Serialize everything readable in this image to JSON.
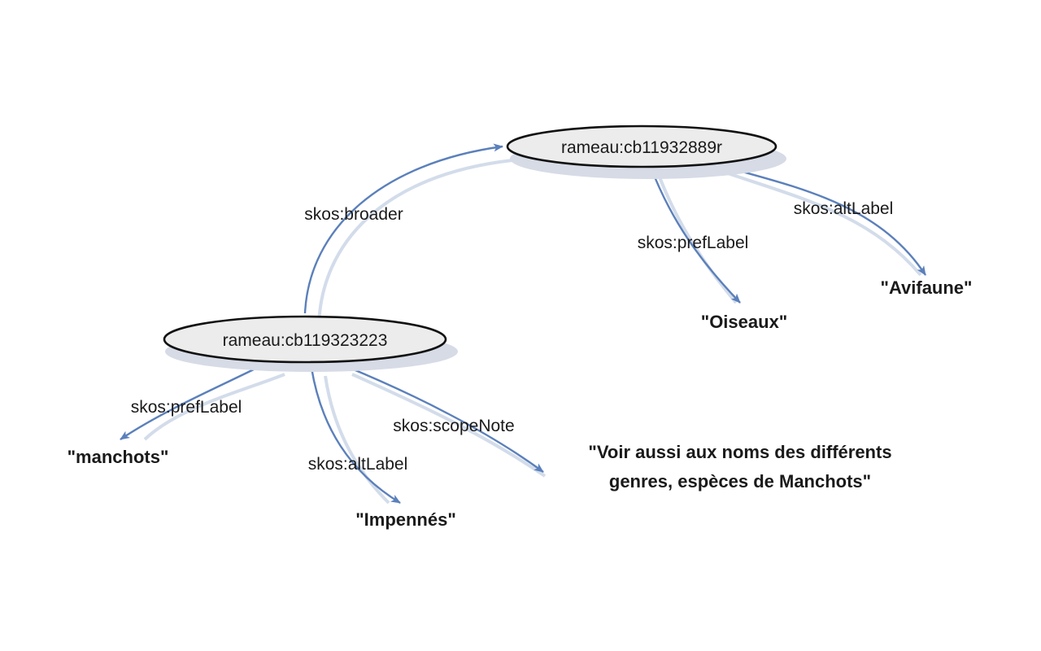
{
  "nodes": {
    "broader_concept": "rameau:cb11932889r",
    "narrower_concept": "rameau:cb119323223"
  },
  "edges": {
    "broader": "skos:broader",
    "upper_pref_label": "skos:prefLabel",
    "upper_alt_label": "skos:altLabel",
    "lower_pref_label": "skos:prefLabel",
    "lower_alt_label": "skos:altLabel",
    "lower_scope_note": "skos:scopeNote"
  },
  "literals": {
    "oiseaux": "\"Oiseaux\"",
    "avifaune": "\"Avifaune\"",
    "manchots": "\"manchots\"",
    "impennes": "\"Impennés\"",
    "scope_note_line1": "\"Voir aussi aux noms des différents",
    "scope_note_line2": "genres, espèces de Manchots\""
  },
  "colors": {
    "edge": "#5b80bb",
    "node_fill": "#ececec",
    "node_stroke": "#111111",
    "text": "#1a1a1a"
  }
}
